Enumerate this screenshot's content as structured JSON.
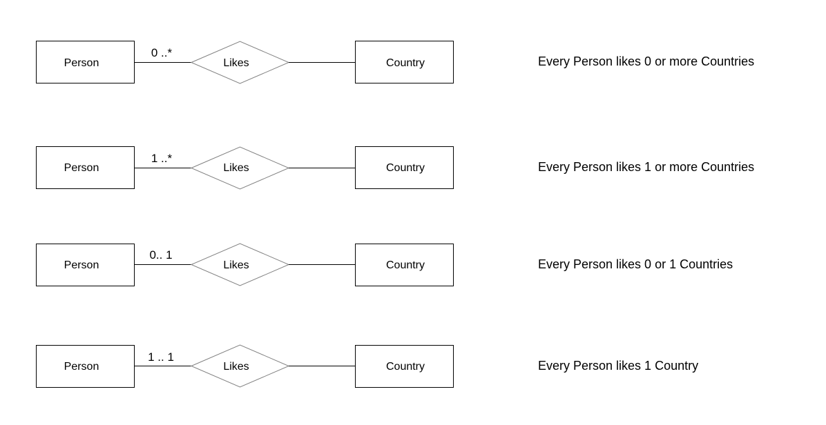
{
  "diagrams": [
    {
      "entity_left": "Person",
      "relationship": "Likes",
      "entity_right": "Country",
      "cardinality": "0 ..*",
      "description": "Every Person likes 0 or more Countries"
    },
    {
      "entity_left": "Person",
      "relationship": "Likes",
      "entity_right": "Country",
      "cardinality": "1 ..*",
      "description": "Every Person likes 1 or more Countries"
    },
    {
      "entity_left": "Person",
      "relationship": "Likes",
      "entity_right": "Country",
      "cardinality": "0.. 1",
      "description": "Every Person likes 0 or 1 Countries"
    },
    {
      "entity_left": "Person",
      "relationship": "Likes",
      "entity_right": "Country",
      "cardinality": "1 .. 1",
      "description": "Every Person likes 1 Country"
    }
  ],
  "colors": {
    "line": "#000000",
    "diamond": "#808080",
    "background": "#ffffff"
  }
}
